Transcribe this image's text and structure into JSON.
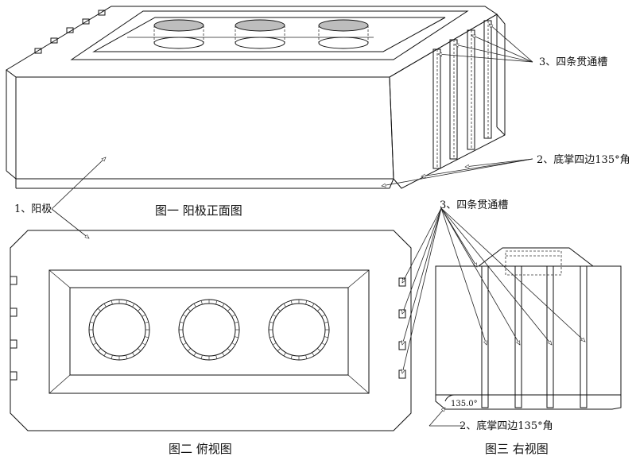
{
  "labels": {
    "slots": "3、四条贯通槽",
    "angle_135": "2、底掌四边135°角",
    "anode": "1、阳极",
    "fig1_caption": "图一    阳极正面图",
    "slots_right": "3、四条贯通槽",
    "angle_deg": "135.0°",
    "angle_135_right": "2、底掌四边135°角",
    "fig2_caption": "图二  俯视图",
    "fig3_caption": "图三    右视图"
  }
}
